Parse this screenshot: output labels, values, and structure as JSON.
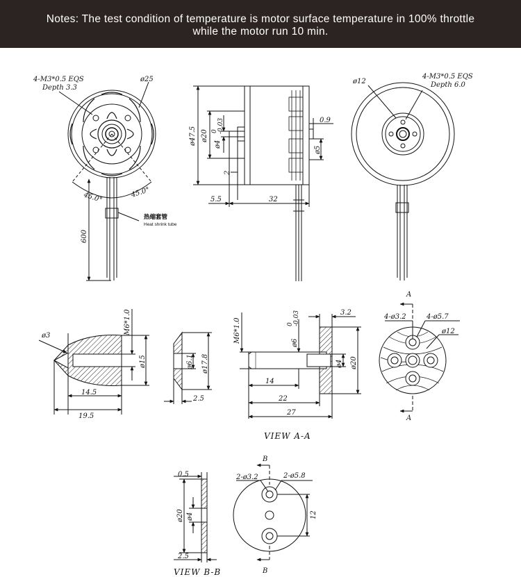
{
  "header": {
    "note_line1": "Notes: The test condition of temperature is motor surface temperature in 100% throttle",
    "note_line2": "while the motor run 10 min.",
    "background": "#2c2422",
    "text_color": "#ffffff"
  },
  "front_view": {
    "hole_callout_1": "4-M3*0.5 EQS",
    "hole_callout_2": "Depth 3.3",
    "pcd": "ø25",
    "angle_left": "45.0°",
    "angle_right": "45.0°",
    "lead_length": "600",
    "tube_label_cn": "热缩套管",
    "tube_label_en": "Heat shrink tube"
  },
  "side_view": {
    "outer_dia": "ø47.5",
    "stator_dia": "ø20",
    "shaft_dia": "ø4",
    "shaft_tol_upper": "0",
    "shaft_tol_lower": "-0.03",
    "shaft_step": "2",
    "gap": "0.9",
    "base_dia": "ø5",
    "shaft_length": "5.5",
    "body_length": "32"
  },
  "rear_view": {
    "hole_callout_1": "4-M3*0.5 EQS",
    "hole_callout_2": "Depth 6.0",
    "pcd": "ø12"
  },
  "prop_nut": {
    "thread": "M6*1.0",
    "tip_dia": "ø3",
    "outer_dia": "ø15",
    "length_inner": "14.5",
    "length_total": "19.5"
  },
  "washer": {
    "inner_dia": "ø6.1",
    "outer_dia": "ø17.8",
    "thickness": "2.5"
  },
  "prop_adapter": {
    "thread": "M6*1.0",
    "shaft_dia": "ø6",
    "shaft_tol_upper": "0",
    "shaft_tol_lower": "-0.03",
    "flange": "3.2",
    "bore_dia": "ø4",
    "flange_dia": "ø20",
    "len_thread": "14",
    "len_mid": "22",
    "len_total": "27"
  },
  "view_aa": {
    "section_mark": "A",
    "holes_small": "4-ø3.2",
    "holes_large": "4-ø5.7",
    "pcd": "ø12",
    "label": "VIEW A-A"
  },
  "plate_side": {
    "thickness_top": "0.5",
    "dia": "ø20",
    "bore": "ø4",
    "thickness": "2.5"
  },
  "view_bb": {
    "section_mark": "B",
    "holes_small": "2-ø3.2",
    "holes_large": "2-ø5.8",
    "spacing": "12",
    "label": "VIEW B-B"
  }
}
